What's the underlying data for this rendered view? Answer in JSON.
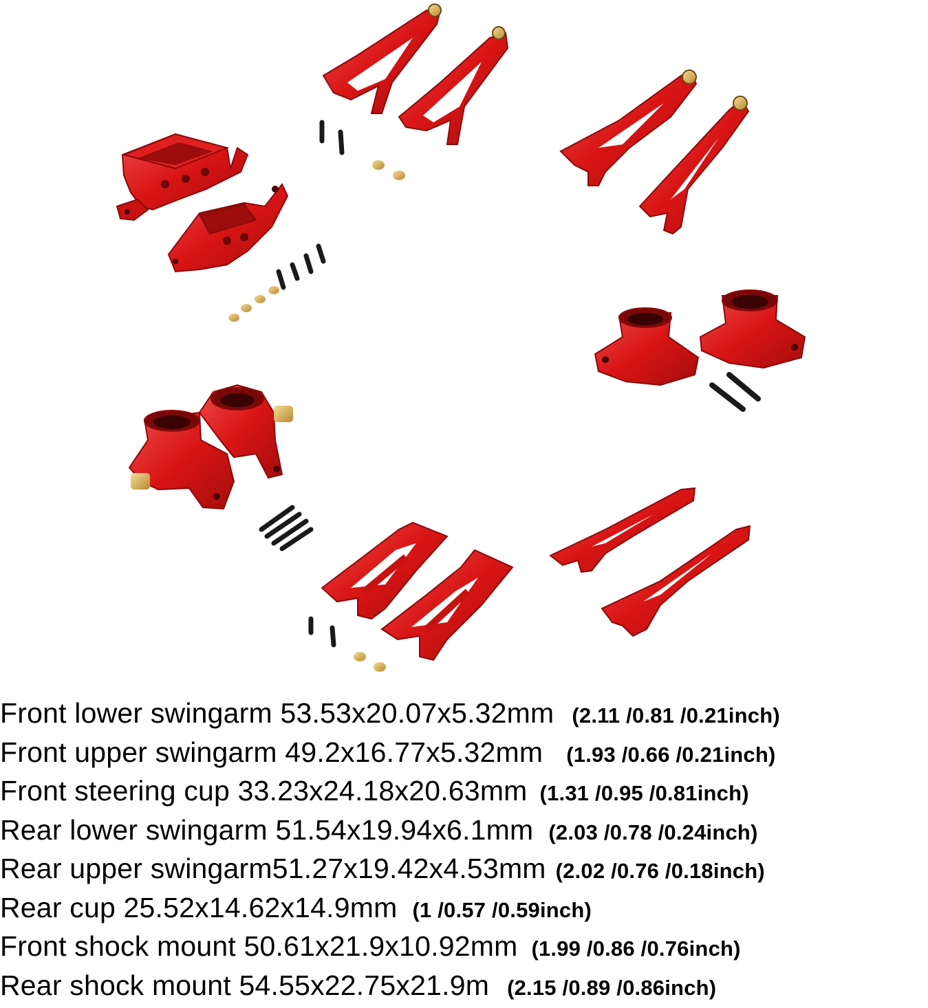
{
  "colors": {
    "part": "#d81414",
    "part_dark": "#a50d0d",
    "part_light": "#f04a4a",
    "screw": "#1a1a1a",
    "bushing": "#d9b25a",
    "text": "#000000"
  },
  "parts": [
    {
      "name": "front-shock-mount",
      "icon": "shock-mount-icon"
    },
    {
      "name": "front-upper-swingarms",
      "icon": "a-arm-icon"
    },
    {
      "name": "rear-upper-swingarms",
      "icon": "a-arm-icon"
    },
    {
      "name": "rear-cups",
      "icon": "hub-cup-icon"
    },
    {
      "name": "front-steering-cups",
      "icon": "steering-knuckle-icon"
    },
    {
      "name": "front-lower-swingarms",
      "icon": "h-arm-icon"
    },
    {
      "name": "rear-lower-swingarms",
      "icon": "a-arm-icon"
    }
  ],
  "specs": [
    {
      "label": "Front lower swingarm 53.53x20.07x5.32mm",
      "inch": "(2.11 /0.81 /0.21inch)"
    },
    {
      "label": "Front upper swingarm 49.2x16.77x5.32mm",
      "inch": "(1.93  /0.66 /0.21inch)"
    },
    {
      "label": "Front steering cup 33.23x24.18x20.63mm",
      "inch": "(1.31 /0.95 /0.81inch)"
    },
    {
      "label": "Rear lower swingarm 51.54x19.94x6.1mm",
      "inch": "(2.03 /0.78 /0.24inch)"
    },
    {
      "label": "Rear upper swingarm51.27x19.42x4.53mm",
      "inch": "(2.02 /0.76 /0.18inch)"
    },
    {
      "label": "Rear cup 25.52x14.62x14.9mm",
      "inch": "(1 /0.57 /0.59inch)"
    },
    {
      "label": "Front shock mount 50.61x21.9x10.92mm",
      "inch": "(1.99 /0.86 /0.76inch)"
    },
    {
      "label": "Rear shock mount 54.55x22.75x21.9m",
      "inch": "(2.15 /0.89 /0.86inch)"
    }
  ]
}
